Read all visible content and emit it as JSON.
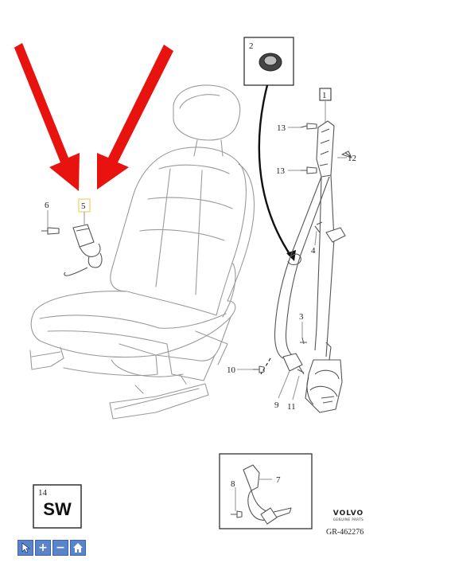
{
  "callouts": {
    "c1": "1",
    "c2": "2",
    "c3": "3",
    "c4": "4",
    "c5": "5",
    "c6": "6",
    "c7": "7",
    "c8": "8",
    "c9": "9",
    "c10": "10",
    "c11": "11",
    "c12": "12",
    "c13a": "13",
    "c13b": "13",
    "c14": "14"
  },
  "sw_label": "SW",
  "brand": {
    "name": "VOLVO",
    "sub": "GENUINE PARTS"
  },
  "reference": "GR-462276",
  "toolbar": {
    "items": [
      {
        "icon": "cursor-icon"
      },
      {
        "icon": "zoom-in-icon",
        "glyph": "+"
      },
      {
        "icon": "zoom-out-icon",
        "glyph": "−"
      },
      {
        "icon": "home-icon"
      }
    ]
  },
  "colors": {
    "arrow": "#e8130f",
    "toolbar": "#5a84c8",
    "highlight_box": "#e8c84a"
  }
}
